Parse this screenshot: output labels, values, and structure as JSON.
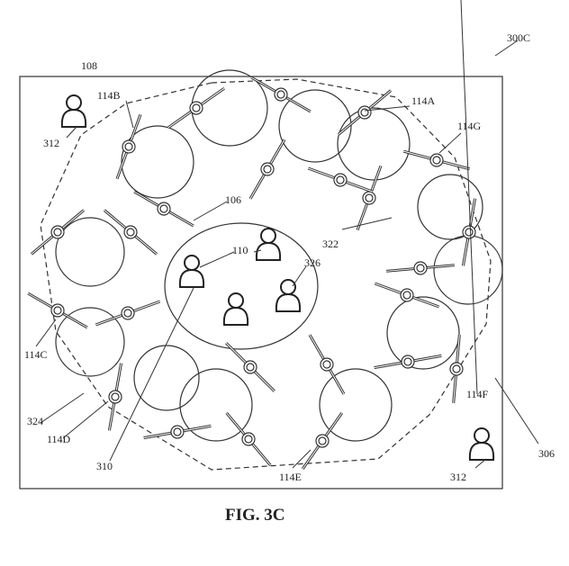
{
  "figure": {
    "id": "300C",
    "caption": "FIG. 3C"
  },
  "labels": {
    "area": "108",
    "drone_a": "114A",
    "drone_b": "114B",
    "drone_c": "114C",
    "drone_d": "114D",
    "drone_e": "114E",
    "drone_f": "114F",
    "drone_g": "114G",
    "person_outside_1": "312",
    "person_outside_2": "312",
    "inner_zone": "106",
    "people_group": "110",
    "person_326": "326",
    "boundary_322": "322",
    "boundary_324": "324",
    "region_310": "310",
    "region_306": "306"
  }
}
